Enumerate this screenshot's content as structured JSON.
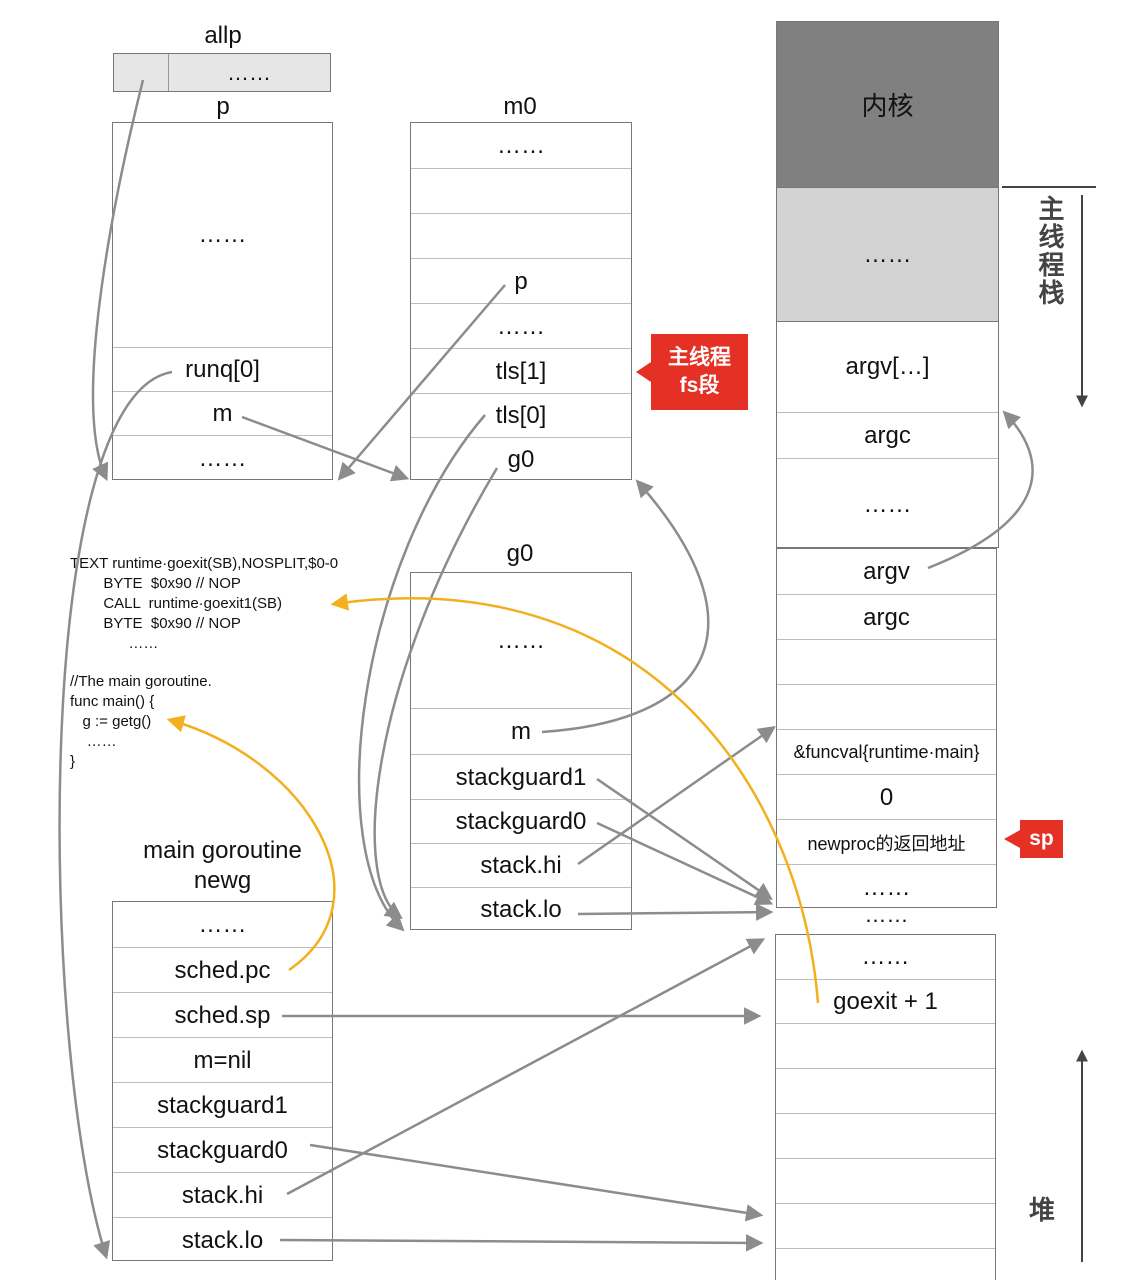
{
  "colors": {
    "gray_arrow": "#8c8c8c",
    "yellow_arrow": "#f2b01e",
    "red_tag": "#e53125",
    "kernel": "#808080",
    "stack_shade": "#d3d3d3"
  },
  "allp": {
    "title": "allp",
    "dots": "……"
  },
  "p": {
    "title": "p",
    "cells": [
      "……",
      "runq[0]",
      "m",
      "……"
    ]
  },
  "m0": {
    "title": "m0",
    "cells": [
      "……",
      "",
      "",
      "p",
      "……",
      "tls[1]",
      "tls[0]",
      "g0"
    ]
  },
  "g0": {
    "title": "g0",
    "cells": [
      "……",
      "m",
      "stackguard1",
      "stackguard0",
      "stack.hi",
      "stack.lo"
    ]
  },
  "newg": {
    "title": "main goroutine\nnewg",
    "cells": [
      "……",
      "sched.pc",
      "sched.sp",
      "m=nil",
      "stackguard1",
      "stackguard0",
      "stack.hi",
      "stack.lo"
    ]
  },
  "main_stack": {
    "kernel": "内核",
    "shaded": "……",
    "cells": [
      "argv[…]",
      "argc",
      "……",
      "argv",
      "argc",
      "",
      "",
      "&funcval{runtime·main}",
      "0",
      "newproc的返回地址",
      "……"
    ],
    "gap": "……"
  },
  "heap_stack": {
    "cells": [
      "……",
      "goexit + 1",
      "",
      "",
      "",
      "",
      "",
      ""
    ]
  },
  "code": {
    "goexit": "TEXT runtime·goexit(SB),NOSPLIT,$0-0\n        BYTE  $0x90 // NOP\n        CALL  runtime·goexit1(SB)\n        BYTE  $0x90 // NOP\n              ……",
    "main": "//The main goroutine.\nfunc main() {\n   g := getg()\n    ……\n}"
  },
  "tags": {
    "fs_line1": "主线程",
    "fs_line2": "fs段",
    "sp": "sp"
  },
  "side_labels": {
    "main_stack": "主线程栈",
    "heap": "堆"
  }
}
